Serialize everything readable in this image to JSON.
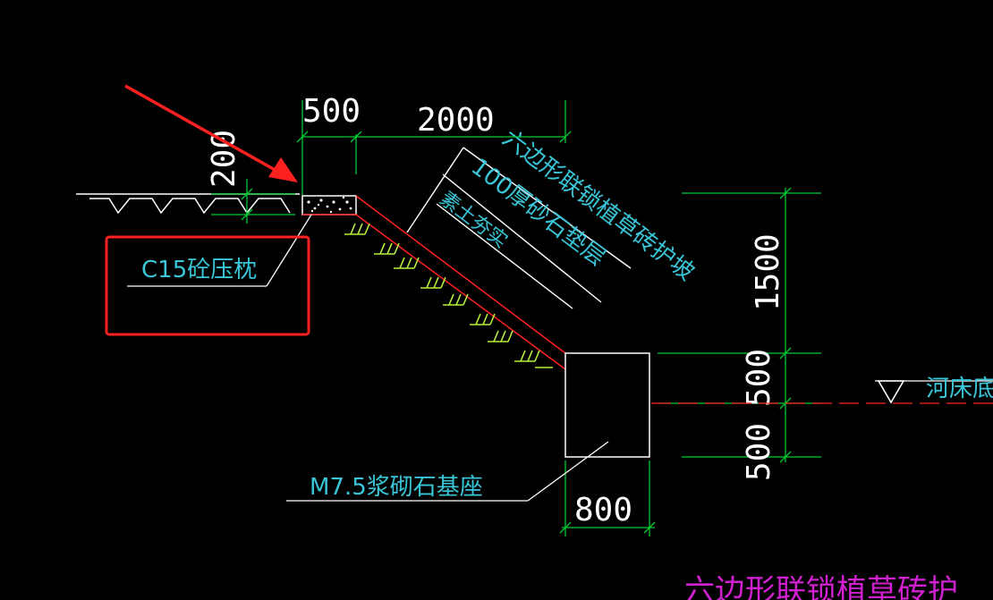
{
  "dimensions": {
    "top_left": "500",
    "top_right": "2000",
    "left_vertical": "200",
    "right_top": "1500",
    "right_mid": "500",
    "right_bottom": "500",
    "base_width": "800"
  },
  "labels": {
    "slope_line1": "六边形联锁植草砖护坡",
    "slope_line2": "100厚砂石垫层",
    "slope_line3": "素土夯实",
    "pressure_pillow": "C15砼压枕",
    "base": "M7.5浆砌石基座",
    "riverbed": "河床底高",
    "bottom_title": "六边形联锁植草砖护"
  },
  "colors": {
    "background": "#000000",
    "dimension_line": "#00cc33",
    "label": "#39c6d8",
    "slope_edge": "#ff2020",
    "hatch": "#b6f03a",
    "annotation_arrow": "#ff2020",
    "highlight_box": "#ff2020",
    "bottom_title": "#d020d0"
  }
}
